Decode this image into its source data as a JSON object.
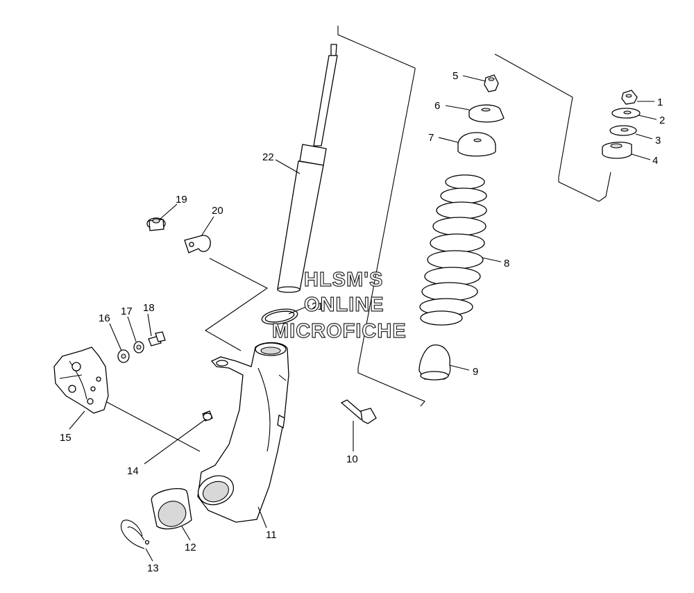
{
  "callouts": [
    {
      "id": "1",
      "label": "1"
    },
    {
      "id": "2",
      "label": "2"
    },
    {
      "id": "3",
      "label": "3"
    },
    {
      "id": "4",
      "label": "4"
    },
    {
      "id": "5",
      "label": "5"
    },
    {
      "id": "6",
      "label": "6"
    },
    {
      "id": "7",
      "label": "7"
    },
    {
      "id": "8",
      "label": "8"
    },
    {
      "id": "9",
      "label": "9"
    },
    {
      "id": "10",
      "label": "10"
    },
    {
      "id": "11",
      "label": "11"
    },
    {
      "id": "12",
      "label": "12"
    },
    {
      "id": "13",
      "label": "13"
    },
    {
      "id": "14",
      "label": "14"
    },
    {
      "id": "15",
      "label": "15"
    },
    {
      "id": "16",
      "label": "16"
    },
    {
      "id": "17",
      "label": "17"
    },
    {
      "id": "18",
      "label": "18"
    },
    {
      "id": "19",
      "label": "19"
    },
    {
      "id": "20",
      "label": "20"
    },
    {
      "id": "21",
      "label": "21"
    },
    {
      "id": "22",
      "label": "22"
    }
  ],
  "watermark": {
    "line1": "HLSM'S",
    "line2": "ONLINE",
    "line3": "MICROFICHE"
  }
}
